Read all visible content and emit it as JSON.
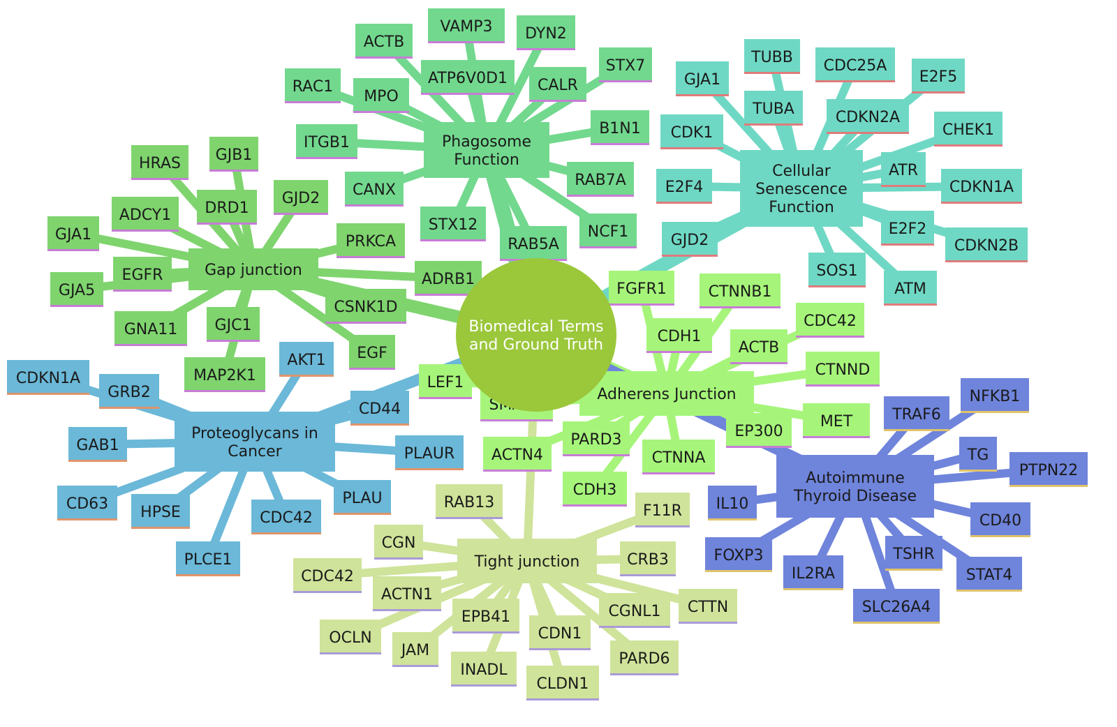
{
  "root": {
    "label": [
      "Biomedical Terms",
      "and Ground Truth"
    ],
    "color": "#9bc73b"
  },
  "branches": [
    {
      "id": "phagosome",
      "label": [
        "Phagosome",
        "Function"
      ],
      "color": "#72d88e",
      "underline": "#c77cd6",
      "children": [
        "ACTB",
        "VAMP3",
        "DYN2",
        "RAC1",
        "MPO",
        "ATP6V0D1",
        "CALR",
        "STX7",
        "ITGB1",
        "B1N1",
        "CANX",
        "RAB7A",
        "STX12",
        "RAB5A",
        "NCF1"
      ]
    },
    {
      "id": "senescence",
      "label": [
        "Cellular",
        "Senescence",
        "Function"
      ],
      "color": "#6fd8c4",
      "underline": "#e07a7a",
      "children": [
        "GJA1",
        "TUBB",
        "CDC25A",
        "E2F5",
        "TUBA",
        "CDKN2A",
        "CDK1",
        "CHEK1",
        "ATR",
        "E2F4",
        "CDKN1A",
        "GJD2",
        "E2F2",
        "CDKN2B",
        "SOS1",
        "ATM"
      ]
    },
    {
      "id": "gap",
      "label": [
        "Gap junction"
      ],
      "color": "#7fd46e",
      "underline": "#c77cd6",
      "children": [
        "HRAS",
        "GJB1",
        "DRD1",
        "GJD2",
        "ADCY1",
        "GJA1",
        "PRKCA",
        "EGFR",
        "ADRB1",
        "GJA5",
        "CSNK1D",
        "GNA11",
        "GJC1",
        "EGF",
        "MAP2K1"
      ]
    },
    {
      "id": "proteoglycans",
      "label": [
        "Proteoglycans in",
        "Cancer"
      ],
      "color": "#6bb8d8",
      "underline": "#e0946a",
      "children": [
        "AKT1",
        "CDKN1A",
        "GRB2",
        "CD44",
        "GAB1",
        "PLAUR",
        "CD63",
        "HPSE",
        "PLAU",
        "CDC42",
        "PLCE1"
      ]
    },
    {
      "id": "adherens",
      "label": [
        "Adherens Junction"
      ],
      "color": "#a6f57a",
      "underline": "#c77cd6",
      "children": [
        "FGFR1",
        "CTNNB1",
        "CDH1",
        "CDC42",
        "ACTB",
        "CTNND",
        "LEF1",
        "SMAD4",
        "MET",
        "EP300",
        "PARD3",
        "ACTN4",
        "CTNNA",
        "CDH3"
      ]
    },
    {
      "id": "thyroid",
      "label": [
        "Autoimmune",
        "Thyroid Disease"
      ],
      "color": "#6f84db",
      "underline": "#e0c36a",
      "children": [
        "NFKB1",
        "TRAF6",
        "TG",
        "PTPN22",
        "IL10",
        "CD40",
        "FOXP3",
        "TSHR",
        "IL2RA",
        "STAT4",
        "SLC26A4"
      ]
    },
    {
      "id": "tight",
      "label": [
        "Tight junction"
      ],
      "color": "#cfe39a",
      "underline": "#a99ad8",
      "children": [
        "RAB13",
        "F11R",
        "CGN",
        "CRB3",
        "CDC42",
        "ACTN1",
        "CGNL1",
        "CTTN",
        "EPB41",
        "OCLN",
        "CDN1",
        "JAM",
        "PARD6",
        "INADL",
        "CLDN1"
      ]
    }
  ]
}
